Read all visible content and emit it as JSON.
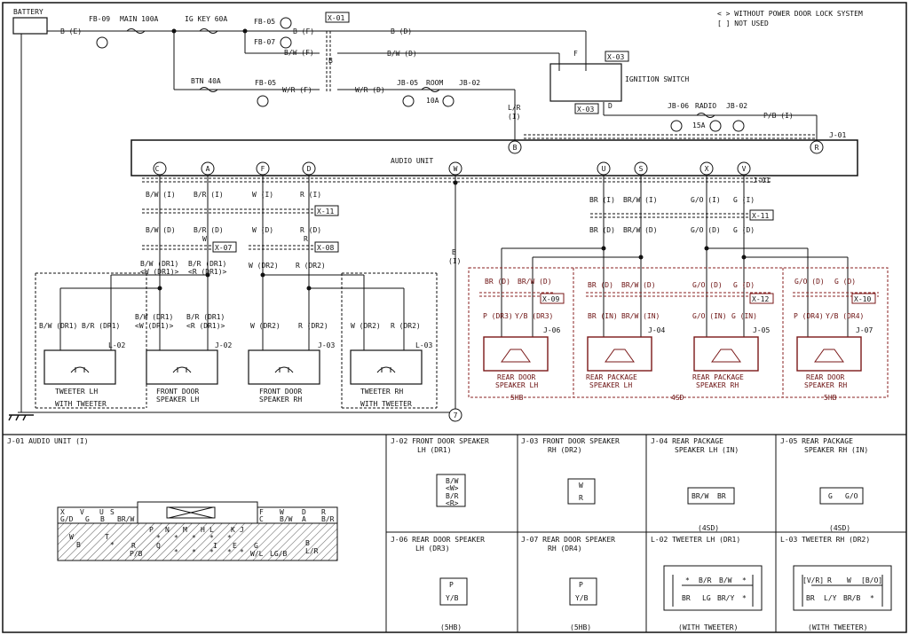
{
  "header": {
    "battery": "BATTERY",
    "legend_without_pdl": "< > WITHOUT POWER DOOR LOCK SYSTEM",
    "legend_not_used": "[ ] NOT USED"
  },
  "power": {
    "fb09": "FB-09",
    "main100a": "MAIN 100A",
    "igkey60a": "IG KEY 60A",
    "btn40a": "BTN 40A",
    "fb05g": "FB-05",
    "fb07d": "FB-07",
    "fb05": "FB-05",
    "jb05": "JB-05",
    "room": "ROOM",
    "room_fuse": "10A",
    "jb02a": "JB-02",
    "jb06": "JB-06",
    "radio": "RADIO",
    "radio_fuse": "15A",
    "jb02b": "JB-02",
    "ign_switch": "IGNITION SWITCH",
    "x01": "X-01",
    "x03a": "X-03",
    "x03b": "X-03",
    "j01": "J-01"
  },
  "wires": {
    "be": "B (E)",
    "bf": "B (F)",
    "bwf": "B/W (F)",
    "wrf": "W/R (F)",
    "wrd": "W/R (D)",
    "bd": "B (D)",
    "bwd": "B/W (D)",
    "lr": "L/R",
    "one": "(I)",
    "pbi": "P/B (I)",
    "b": "B",
    "f": "F",
    "d": "D"
  },
  "audio_unit": {
    "label": "AUDIO UNIT",
    "terms": [
      "C",
      "A",
      "F",
      "D",
      "W",
      "U",
      "S",
      "X",
      "V",
      "B",
      "R"
    ],
    "j01b": "J-01",
    "x11a": "X-11",
    "x07": "X-07",
    "x08": "X-08",
    "x11b": "X-11",
    "x09": "X-09",
    "x12": "X-12",
    "x10": "X-10",
    "ground": "7"
  },
  "front_wires": {
    "bwi": "B/W (I)",
    "bri": "B/R (I)",
    "wi": "W (I)",
    "ri": "R (I)",
    "bwd": "B/W (D)",
    "brd": "B/R (D)",
    "wd": "W (D)",
    "rd": "R (D)",
    "bwdr1": "B/W (DR1)",
    "bwdr1b": "<W (DR1)>",
    "brdr1": "B/R (DR1)",
    "brdr1b": "<R (DR1)>",
    "wdr2": "W (DR2)",
    "rdr2": "R (DR2)",
    "tl_a": "B/W (DR1)",
    "tl_b": "B/R (DR1)",
    "fd_a": "B/W (DR1)",
    "fd_a2": "<W (DR1)>",
    "fd_b": "B/R (DR1)",
    "fd_b2": "<R (DR1)>",
    "fr_a": "W (DR2)",
    "fr_b": "R (DR2)",
    "tr_a": "W (DR2)",
    "tr_b": "R (DR2)",
    "bi": "B",
    "bi2": "(I)",
    "w": "W",
    "r": "R"
  },
  "rear_wires": {
    "bri": "BR (I)",
    "brwi": "BR/W (I)",
    "goi": "G/O (I)",
    "gi": "G (I)",
    "brd": "BR (D)",
    "brwd": "BR/W (D)",
    "god": "G/O (D)",
    "gd": "G (D)",
    "rl_a": "BR (D)",
    "rl_b": "BR/W (D)",
    "rl_c": "P (DR3)",
    "rl_d": "Y/B (DR3)",
    "pl_a": "BR (D)",
    "pl_b": "BR/W (D)",
    "pl_c": "BR (IN)",
    "pl_d": "BR/W (IN)",
    "pr_a": "G/O (D)",
    "pr_b": "G (D)",
    "pr_c": "G/O (IN)",
    "pr_d": "G (IN)",
    "rr_a": "G/O (D)",
    "rr_b": "G (D)",
    "rr_c": "P (DR4)",
    "rr_d": "Y/B (DR4)"
  },
  "speakers": {
    "l02": "L-02",
    "j02": "J-02",
    "j03": "J-03",
    "l03": "L-03",
    "j06": "J-06",
    "j04": "J-04",
    "j05": "J-05",
    "j07": "J-07",
    "tw_lh": "TWEETER LH",
    "fd_lh1": "FRONT DOOR",
    "fd_lh2": "SPEAKER LH",
    "fd_rh1": "FRONT DOOR",
    "fd_rh2": "SPEAKER RH",
    "tw_rh": "TWEETER RH",
    "with_tweeter_l": "WITH TWEETER",
    "with_tweeter_r": "WITH TWEETER",
    "rd_lh1": "REAR DOOR",
    "rd_lh2": "SPEAKER LH",
    "rp_lh1": "REAR PACKAGE",
    "rp_lh2": "SPEAKER LH",
    "rp_rh1": "REAR PACKAGE",
    "rp_rh2": "SPEAKER RH",
    "rd_rh1": "REAR DOOR",
    "rd_rh2": "SPEAKER RH",
    "g5hb_l": "5HB",
    "g4sd": "4SD",
    "g5hb_r": "5HB"
  },
  "connectors": {
    "j01": {
      "title": "J-01 AUDIO UNIT (I)",
      "top_left": [
        "X",
        "V",
        "U",
        "S",
        "G/D",
        "G",
        "B",
        "BR/W"
      ],
      "top_right": [
        "F",
        "W",
        "D",
        "R",
        "C",
        "B/W",
        "A",
        "B/R"
      ],
      "mid": [
        "P",
        "N",
        "M",
        "L",
        "K",
        "J",
        "H"
      ],
      "bot": [
        "W",
        "B",
        "T",
        "*",
        "*",
        "*",
        "*",
        "*",
        "*",
        "R",
        "P/B",
        "Q",
        "*",
        "*",
        "*",
        "I",
        "*",
        "E",
        "*",
        "G",
        "W/L",
        "LG/B",
        "B",
        "L/R"
      ]
    },
    "j02": {
      "t1": "J-02 FRONT DOOR SPEAKER",
      "t2": "LH (DR1)",
      "p": [
        "B/W",
        "<W>",
        "B/R",
        "<R>"
      ]
    },
    "j03": {
      "t1": "J-03 FRONT DOOR SPEAKER",
      "t2": "RH (DR2)",
      "p": [
        "W",
        "R"
      ]
    },
    "j04": {
      "t1": "J-04 REAR PACKAGE",
      "t2": "SPEAKER LH (IN)",
      "p": [
        "BR/W",
        "BR"
      ],
      "n": "(4SD)"
    },
    "j05": {
      "t1": "J-05 REAR PACKAGE",
      "t2": "SPEAKER RH (IN)",
      "p": [
        "G",
        "G/O"
      ],
      "n": "(4SD)"
    },
    "j06": {
      "t1": "J-06 REAR DOOR SPEAKER",
      "t2": "LH (DR3)",
      "p": [
        "P",
        "Y/B"
      ],
      "n": "(5HB)"
    },
    "j07": {
      "t1": "J-07 REAR DOOR SPEAKER",
      "t2": "RH (DR4)",
      "p": [
        "P",
        "Y/B"
      ],
      "n": "(5HB)"
    },
    "l02": {
      "t1": "L-02 TWEETER LH (DR1)",
      "p": [
        "*",
        "B/R",
        "B/W",
        "*",
        "BR",
        "LG",
        "BR/Y",
        "*"
      ],
      "n": "(WITH TWEETER)"
    },
    "l03": {
      "t1": "L-03 TWEETER RH (DR2)",
      "p": [
        "[V/R]",
        "R",
        "W",
        "[B/O]",
        "BR",
        "L/Y",
        "BR/B",
        "*"
      ],
      "n": "(WITH TWEETER)"
    }
  }
}
